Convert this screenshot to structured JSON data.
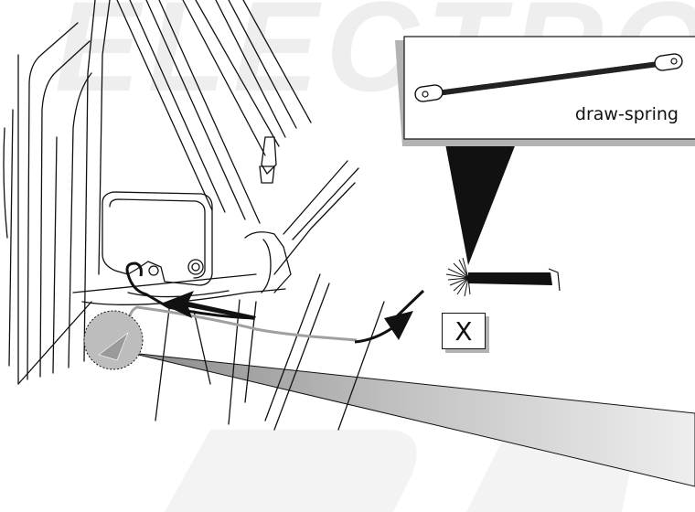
{
  "watermark": {
    "text": "ELECTRO"
  },
  "callout": {
    "label": "draw-spring"
  },
  "marker": {
    "label": "X"
  },
  "colors": {
    "line": "#111111",
    "panel_shadow": "#b3b3b3",
    "bubble": "#bdbdbd",
    "watermark": "#eeeeee",
    "guide_wire": "#a0a0a0"
  }
}
